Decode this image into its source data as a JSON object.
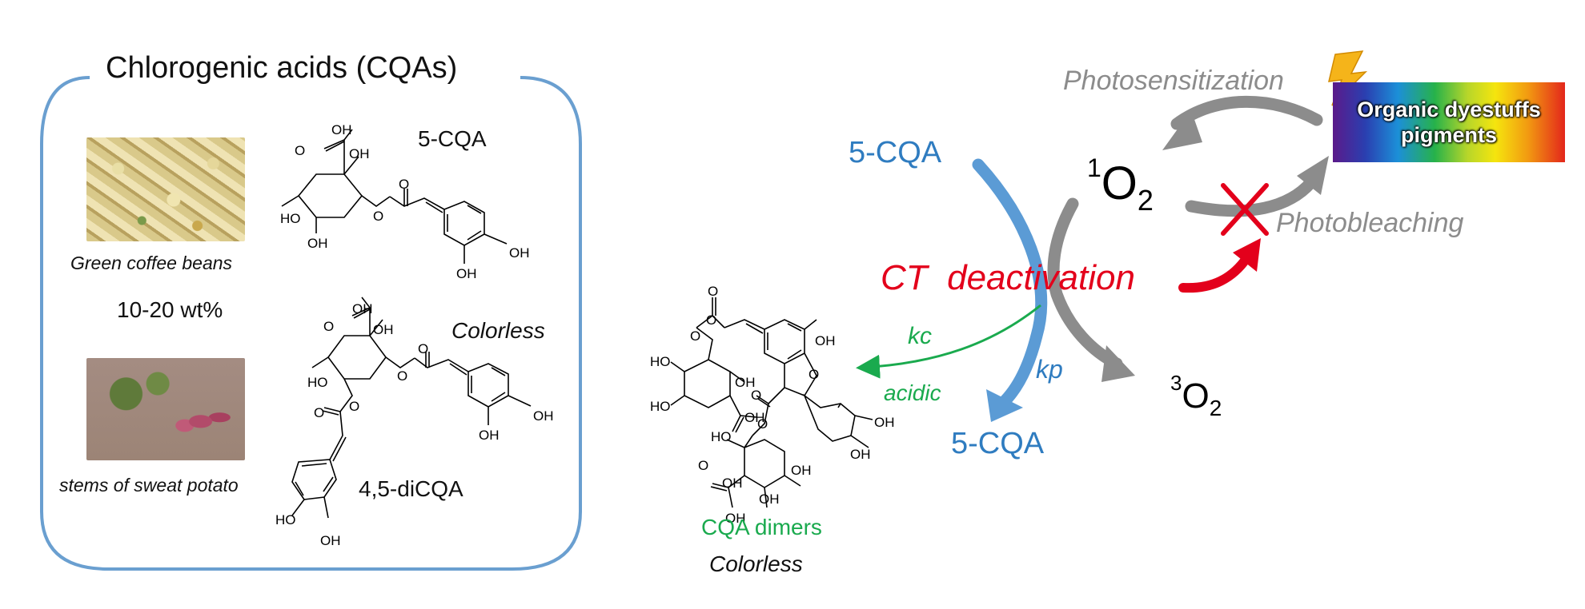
{
  "left_panel": {
    "title": "Chlorogenic acids (CQAs)",
    "coffee_caption": "Green coffee beans",
    "content_label": "10-20 wt%",
    "potato_caption": "stems of sweat potato",
    "mol1_name": "5-CQA",
    "mol2_name": "4,5-diCQA",
    "colorless": "Colorless"
  },
  "atoms": {
    "oh": "OH",
    "ho": "HO",
    "o": "O"
  },
  "mechanism": {
    "reactant": "5-CQA",
    "ct_label": "CT",
    "deactivation_label": "deactivation",
    "singlet_oxygen": "1",
    "o_symbol": "O",
    "subscript_two": "2",
    "triplet_oxygen": "3",
    "kc": "kc",
    "acidic": "acidic",
    "kp": "kp",
    "product": "5-CQA",
    "dimers": "CQA dimers",
    "dimers_colorless": "Colorless",
    "photosensitization": "Photosensitization",
    "photobleaching": "Photobleaching",
    "dye_text": "Organic dyestuffs\npigments"
  },
  "colors": {
    "blue": "#2f7cc0",
    "red": "#e3001b",
    "green": "#1aaa4e",
    "gray": "#8c8c8c",
    "lightning": "#f5b41a"
  },
  "icons": {
    "lightning": "lightning-bolt-icon",
    "cross": "cross-mark-icon"
  }
}
